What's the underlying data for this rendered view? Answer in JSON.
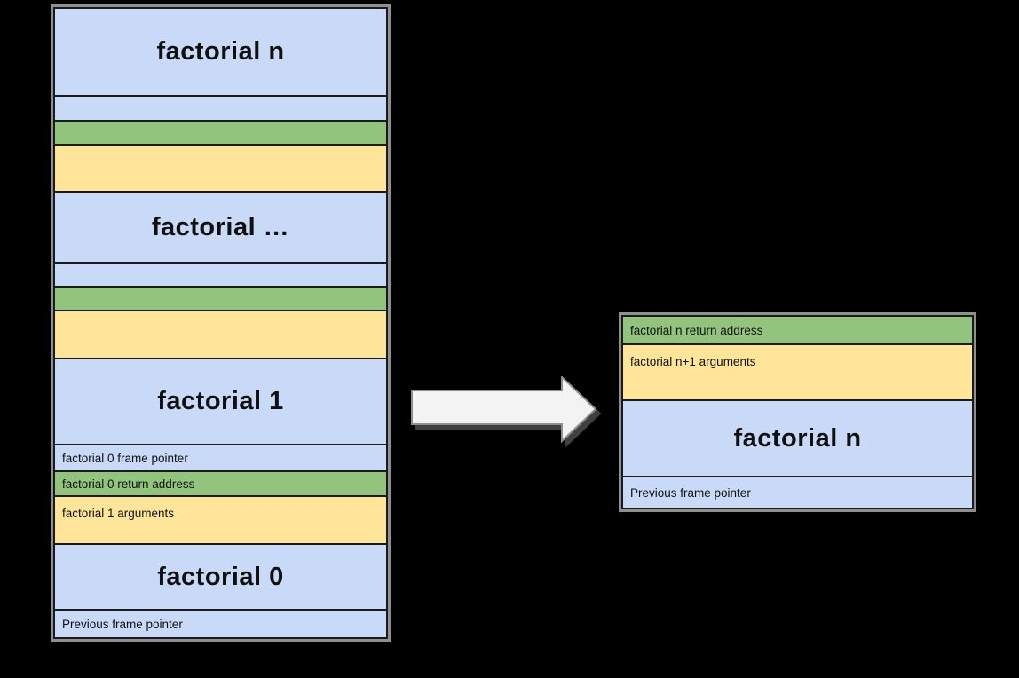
{
  "page_bg": "#000000",
  "colors": {
    "page_bg": "#000000",
    "frame_blue": "#c9daf8",
    "return_green": "#93c47d",
    "args_yellow": "#ffe599",
    "cell_border": "#1a1a1a",
    "outer_border": "#8f8f8f",
    "arrow_fill": "#f3f3f3",
    "arrow_stroke": "#8f8f8f",
    "text_color": "#101010"
  },
  "left_stack": {
    "description": "recursive factorial call stack",
    "rows": [
      {
        "kind": "frame-title",
        "color": "blue",
        "label": "factorial n"
      },
      {
        "kind": "frame-pointer",
        "color": "blue",
        "label": ""
      },
      {
        "kind": "return-address",
        "color": "green",
        "label": ""
      },
      {
        "kind": "arguments",
        "color": "yellow",
        "label": ""
      },
      {
        "kind": "frame-title",
        "color": "blue",
        "label": "factorial …"
      },
      {
        "kind": "frame-pointer",
        "color": "blue",
        "label": ""
      },
      {
        "kind": "return-address",
        "color": "green",
        "label": ""
      },
      {
        "kind": "arguments",
        "color": "yellow",
        "label": ""
      },
      {
        "kind": "frame-title",
        "color": "blue",
        "label": "factorial 1"
      },
      {
        "kind": "frame-pointer",
        "color": "blue",
        "label": "factorial 0 frame pointer"
      },
      {
        "kind": "return-address",
        "color": "green",
        "label": "factorial 0 return address"
      },
      {
        "kind": "arguments",
        "color": "yellow",
        "label": "factorial 1 arguments"
      },
      {
        "kind": "frame-title",
        "color": "blue",
        "label": "factorial 0"
      },
      {
        "kind": "frame-pointer",
        "color": "blue",
        "label": "Previous frame pointer"
      }
    ]
  },
  "arrow": {
    "icon": "right-arrow-icon",
    "direction": "right"
  },
  "right_box": {
    "description": "tail-call optimized single frame",
    "rows": [
      {
        "kind": "return-address",
        "color": "green",
        "label": "factorial n return address"
      },
      {
        "kind": "arguments",
        "color": "yellow",
        "label": "factorial n+1 arguments"
      },
      {
        "kind": "frame-title",
        "color": "blue",
        "label": "factorial n"
      },
      {
        "kind": "frame-pointer",
        "color": "blue",
        "label": "Previous frame pointer"
      }
    ]
  }
}
